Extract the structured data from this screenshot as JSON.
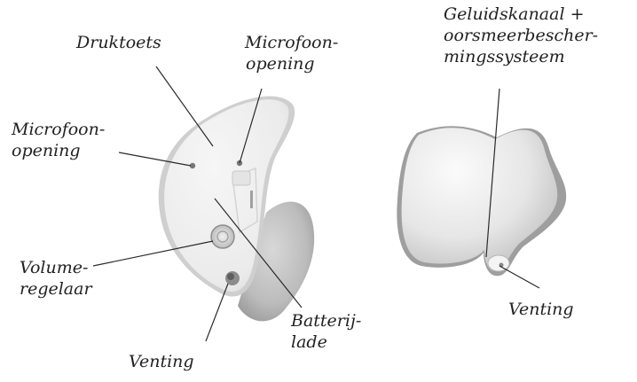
{
  "labels": {
    "druktoets": "Druktoets",
    "microfoon_right_line1": "Microfoon-",
    "microfoon_right_line2": "opening",
    "microfoon_left_line1": "Microfoon-",
    "microfoon_left_line2": "opening",
    "volume_line1": "Volume-",
    "volume_line2": "regelaar",
    "venting_left": "Venting",
    "batterij_line1": "Batterij-",
    "batterij_line2": "lade",
    "geluid_line1": "Geluidskanaal +",
    "geluid_line2": "oorsmeerbescher-",
    "geluid_line3": "mingssysteem",
    "venting_right": "Venting"
  },
  "colors": {
    "shell_light": "#f2f2f2",
    "shell_mid": "#d4d4d4",
    "shell_dark": "#9a9a9a",
    "faceplate": "#ececec",
    "text": "#222222"
  }
}
